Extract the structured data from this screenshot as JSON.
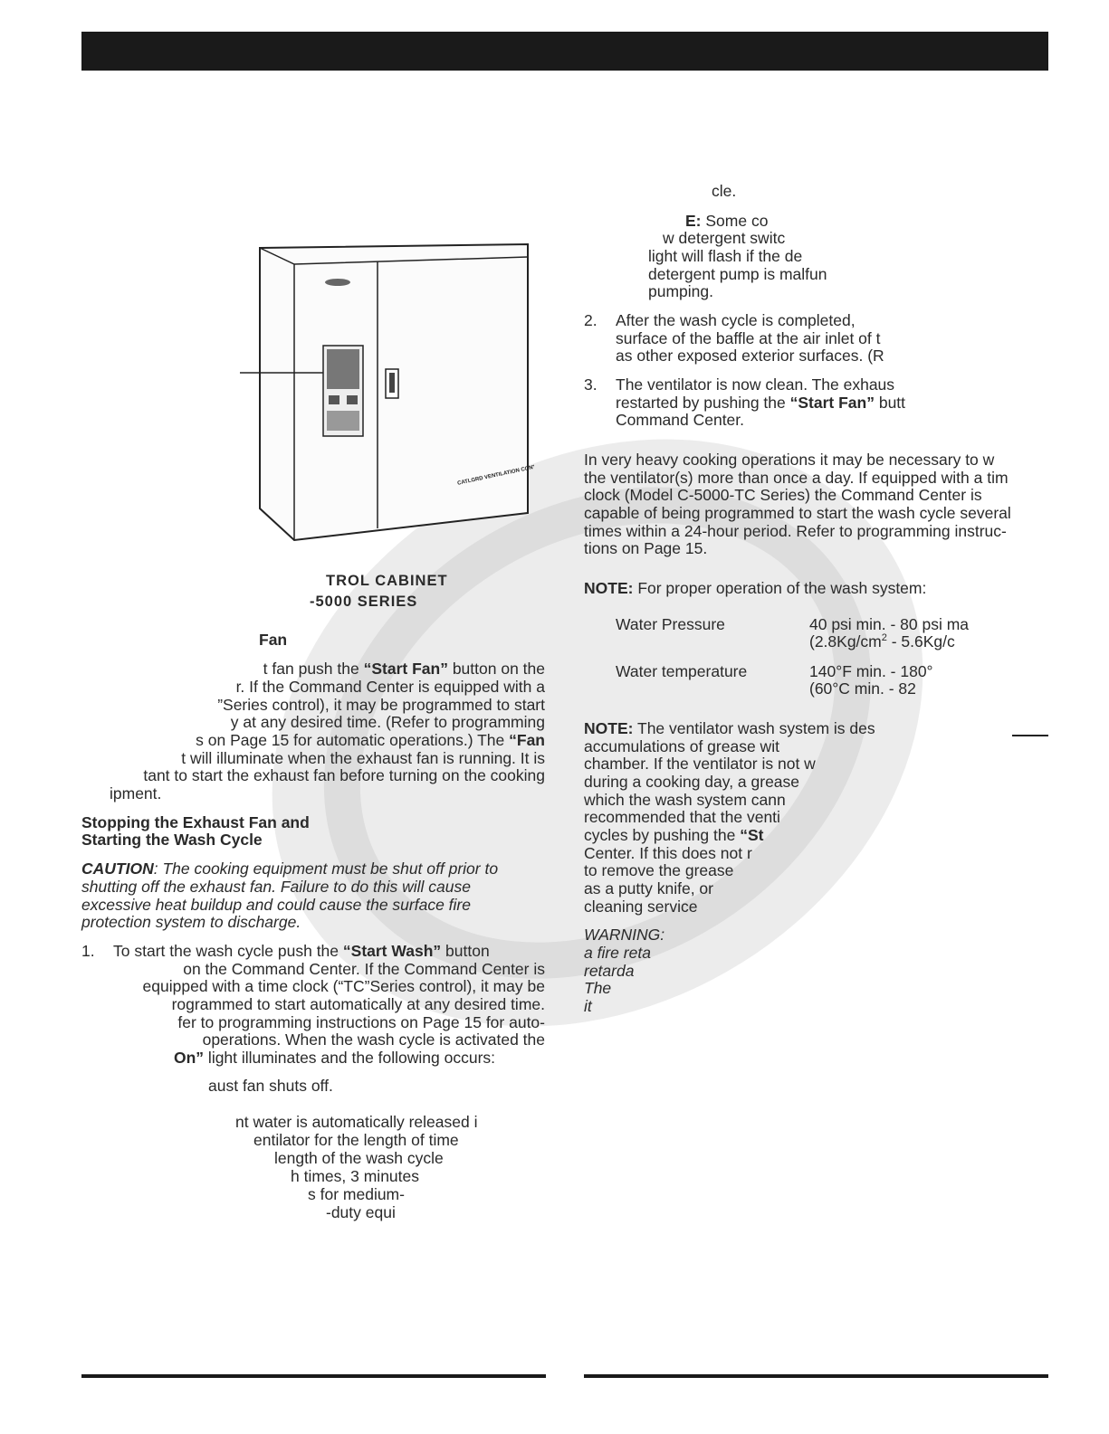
{
  "left_column": {
    "figure": {
      "caption_line1": "TROL  CABINET",
      "caption_line2": "-5000  SERIES",
      "cabinet_badge": "CATLGRD VENTILATION CONTROL CABINET"
    },
    "section1_heading": "Fan",
    "section1_lines": [
      [
        "t fan push the ",
        "“Start Fan”",
        " button on the"
      ],
      [
        "r. If the Command Center is equipped with a"
      ],
      [
        "”Series control), it may be programmed to start"
      ],
      [
        "y at any desired time.  (Refer to programming"
      ],
      [
        "s on Page 15 for automatic operations.) The ",
        "“Fan"
      ],
      [
        "t will illuminate when the exhaust fan is running.  It is"
      ],
      [
        "tant to start the exhaust fan before turning on the cooking"
      ]
    ],
    "section1_last": "ipment.",
    "section2_heading_line1": "Stopping the  Exhaust Fan and",
    "section2_heading_line2": "Starting the Wash Cycle",
    "caution_label": "CAUTION",
    "caution_line1": ":  The cooking equipment must be shut off prior to",
    "caution_line2": "shutting off the exhaust fan.  Failure to do this will cause",
    "caution_line3": "excessive heat buildup and could cause the surface fire",
    "caution_line4": "protection system to discharge.",
    "step1_number": "1.",
    "step1_lines": [
      [
        "To start  the  wash cycle push the ",
        "“Start Wash”",
        " button"
      ],
      [
        "on the Command Center.  If the Command Center is"
      ],
      [
        "equipped with a time clock (“TC”Series control), it may be"
      ],
      [
        "rogrammed to start automatically at any desired time."
      ],
      [
        "fer to programming instructions on Page 15 for auto-"
      ],
      [
        "operations.  When the wash cycle is activated the"
      ],
      [
        "On”",
        " light illuminates and the following occurs:"
      ]
    ],
    "step1_sub_a": "aust fan shuts off.",
    "step1_sub_b": [
      "nt water is automatically released i",
      "entilator for the length of time",
      "length of the wash cycle",
      "h times, 3 minutes",
      "s for medium-",
      "-duty equi"
    ]
  },
  "right_column": {
    "cycle_end": "cle.",
    "note_e_label": "E:",
    "note_e_text": " Some co",
    "note_e_lines": [
      "w detergent switc",
      "light will flash if the de",
      "detergent pump is malfun",
      "pumping."
    ],
    "step2_number": "2.",
    "step2_lines": [
      "After the wash cycle is completed,",
      "surface of the baffle at the air inlet of t",
      "as other exposed exterior surfaces.  (R"
    ],
    "step3_number": "3.",
    "step3_line1": "The ventilator is now clean.  The exhaus",
    "step3_line2_pre": "restarted  by  pushing  the ",
    "step3_line2_bold": "“Start  Fan”",
    "step3_line2_post": "  butt",
    "step3_line3": "Command Center.",
    "para_lines": [
      "In very heavy cooking operations it may be necessary to w",
      "the ventilator(s) more than once a day.  If equipped with a tim",
      "clock (Model  C-5000-TC Series) the Command Center is",
      "capable of being programmed to start the wash cycle several",
      "times within a 24-hour period.  Refer to programming instruc-",
      "tions on Page 15."
    ],
    "note1_label": "NOTE:",
    "note1_text": "  For proper operation of the wash system:",
    "spec_pressure_label": "Water Pressure",
    "spec_pressure_value1": "40 psi min. -  80 psi ma",
    "spec_pressure_value2_pre": "(2.8Kg/cm",
    "spec_pressure_value2_sup": "2",
    "spec_pressure_value2_post": " - 5.6Kg/c",
    "spec_temp_label": "Water temperature",
    "spec_temp_value1": "140°F min. - 180°",
    "spec_temp_value2": "(60°C min. - 82",
    "note2_label": "NOTE:",
    "note2_line1": " The ventilator wash system is des",
    "note2_lines": [
      "accumulations    of    grease    wit",
      "chamber.  If the ventilator is not w",
      "during a cooking day, a grease",
      "which the wash system cann",
      "recommended that the venti",
      "cycles by pushing the "
    ],
    "note2_st": "“St",
    "note2_lines_after": [
      "Center.  If this does not r",
      "to remove the grease",
      "as a putty knife, or",
      "cleaning service"
    ],
    "warning_lines": [
      "WARNING:",
      "a fire reta",
      "retarda",
      "The",
      "it"
    ]
  }
}
